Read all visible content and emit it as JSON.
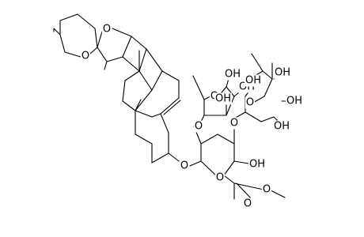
{
  "molecule": {
    "atom_labels": {
      "o_spiro_top": "O",
      "o_thp": "O",
      "o_glycosidic": "O",
      "o_glcA_ring": "O",
      "oh_glcA_3": "OH",
      "o_ester_carbonyl": "O",
      "o_ester_methoxy": "O",
      "o_rha_link": "O",
      "o_rha_ring": "O",
      "oh_rha_1": "OH",
      "oh_rha_2": "OH",
      "oh_rha_3": "OH",
      "o_glc_link": "O",
      "o_glc_ring": "O",
      "oh_glc_1": "OH",
      "oh_glc_2": "OH",
      "oh_glc_3": "OH",
      "oh_glc_4": "OH"
    }
  }
}
